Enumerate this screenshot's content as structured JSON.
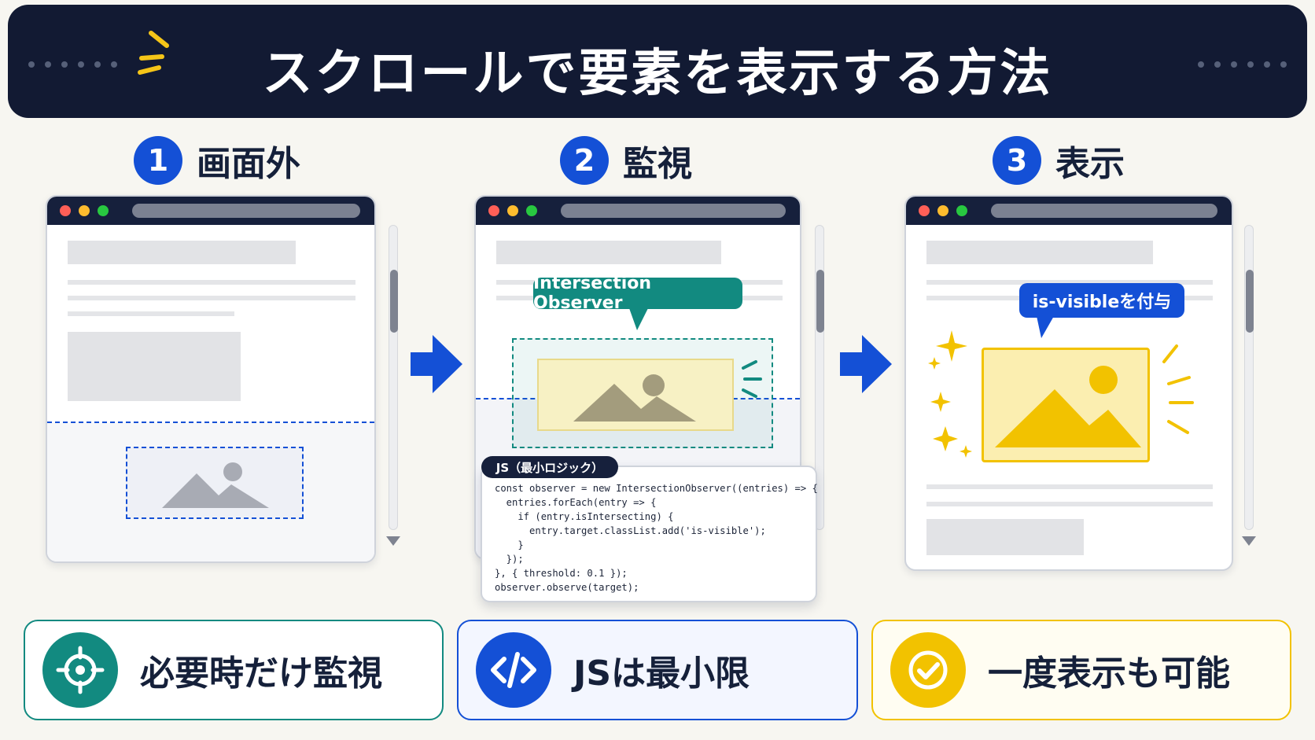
{
  "title": "スクロールで要素を表示する方法",
  "steps": [
    {
      "number": "1",
      "label": "画面外"
    },
    {
      "number": "2",
      "label": "監視"
    },
    {
      "number": "3",
      "label": "表示"
    }
  ],
  "observer_bubble": "Intersection Observer",
  "visible_bubble": "is-visibleを付与",
  "code_tab": "JS（最小ロジック）",
  "code_lines": [
    "const observer = new IntersectionObserver((entries) => {",
    "  entries.forEach(entry => {",
    "    if (entry.isIntersecting) {",
    "      entry.target.classList.add('is-visible');",
    "    }",
    "  });",
    "}, { threshold: 0.1 });",
    "observer.observe(target);"
  ],
  "cards": [
    {
      "label": "必要時だけ監視",
      "icon": "target-icon",
      "color": "#128a80"
    },
    {
      "label": "JSは最小限",
      "icon": "code-icon",
      "color": "#1450d6"
    },
    {
      "label": "一度表示も可能",
      "icon": "check-circle-icon",
      "color": "#f2c200"
    }
  ],
  "colors": {
    "navy": "#121a33",
    "accent_blue": "#1450d6",
    "teal": "#128a80",
    "yellow": "#f2c200"
  }
}
